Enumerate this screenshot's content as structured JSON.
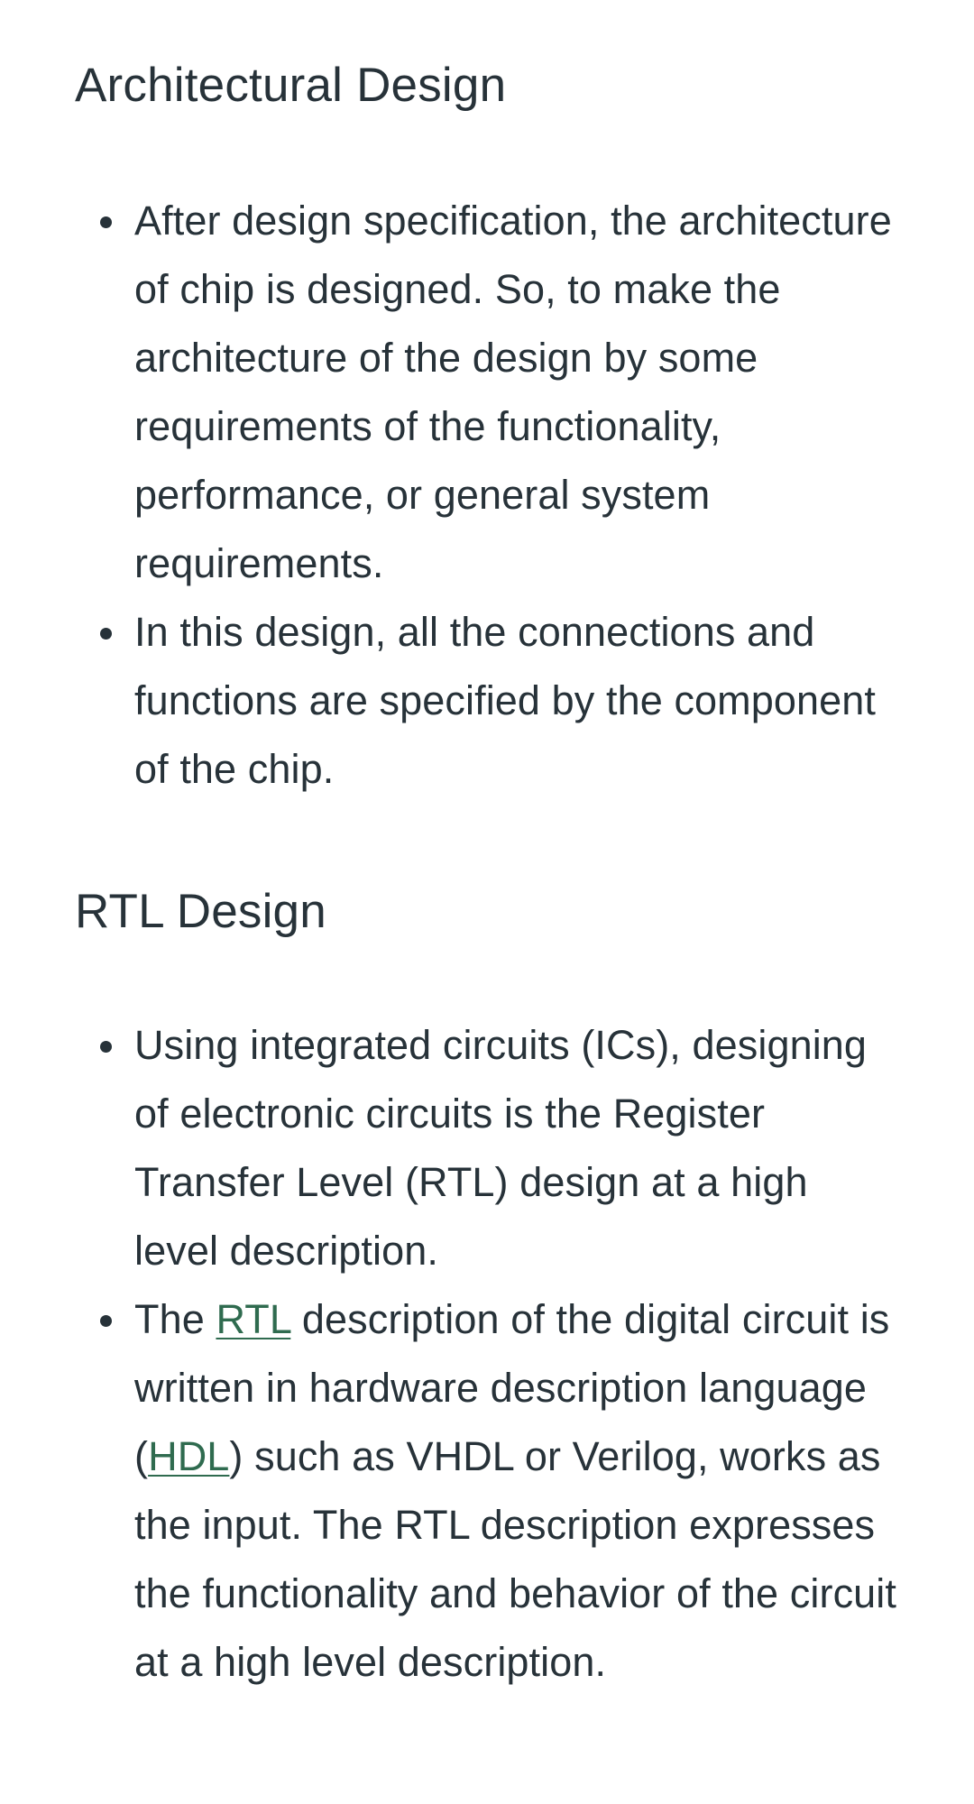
{
  "sections": [
    {
      "heading": "Architectural Design",
      "items": [
        {
          "text": "After design specification, the architecture of chip is designed. So, to make the architecture of the design by some requirements of the functionality, performance, or general system requirements."
        },
        {
          "text": "In this design, all the connections and functions are specified by the component of the chip."
        }
      ]
    },
    {
      "heading": "RTL Design",
      "items": [
        {
          "text": "Using integrated circuits (ICs), designing of electronic circuits is the Register Transfer Level (RTL) design at a high level description."
        },
        {
          "part1": "The ",
          "link1": "RTL",
          "part2": " description of the digital circuit is written in hardware description language (",
          "link2": "HDL",
          "part3": ") such as VHDL or Verilog, works as the input. The RTL description expresses the functionality and behavior of the circuit at a high level description."
        }
      ]
    }
  ],
  "colors": {
    "text": "#273239",
    "link": "#2f6b4f",
    "background": "#ffffff"
  }
}
